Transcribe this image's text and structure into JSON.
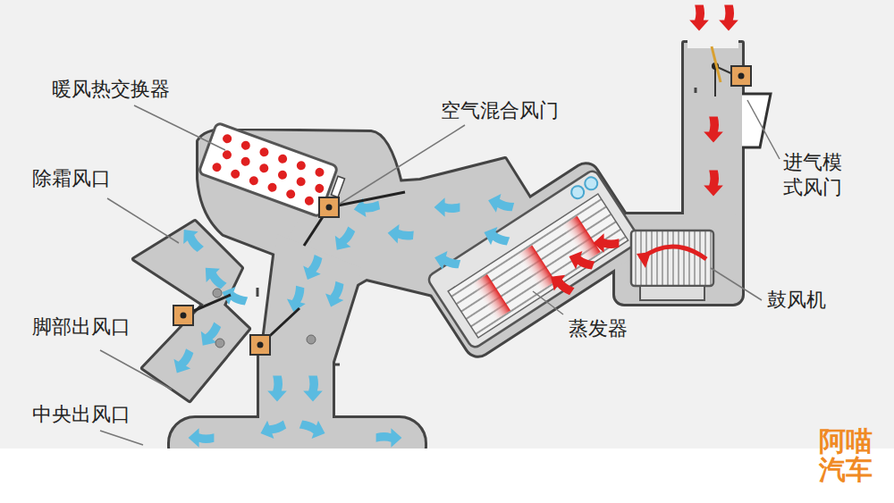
{
  "diagram": {
    "labels": [
      "暖风热交换器",
      "空气混合风门",
      "除霜风口",
      "脚部出风口",
      "中央出风口",
      "进气模式风门",
      "鼓风机",
      "蒸发器",
      "阿喵汽车"
    ]
  }
}
